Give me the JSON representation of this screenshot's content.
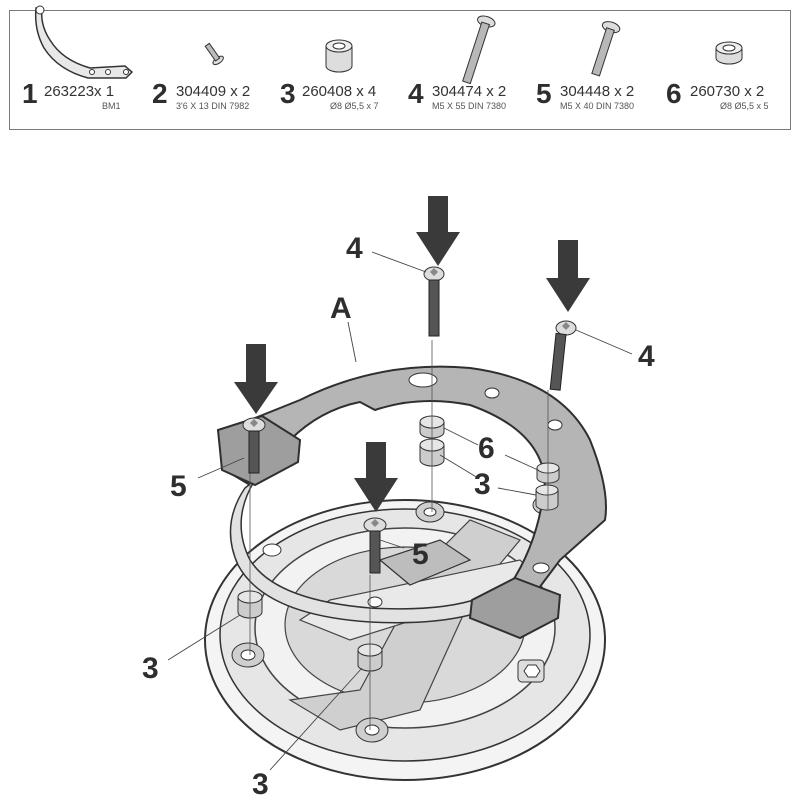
{
  "parts": [
    {
      "number": "1",
      "code": "263223x 1",
      "spec": "BM1",
      "icon": "bracket-plate-icon"
    },
    {
      "number": "2",
      "code": "304409 x 2",
      "spec": "3'6 X 13 DIN 7982",
      "icon": "small-screw-icon"
    },
    {
      "number": "3",
      "code": "260408 x 4",
      "spec": "Ø8 Ø5,5 x 7",
      "icon": "spacer-tall-icon"
    },
    {
      "number": "4",
      "code": "304474 x 2",
      "spec": "M5 X 55 DIN 7380",
      "icon": "long-bolt-icon"
    },
    {
      "number": "5",
      "code": "304448 x 2",
      "spec": "M5 X 40 DIN 7380",
      "icon": "medium-bolt-icon"
    },
    {
      "number": "6",
      "code": "260730 x 2",
      "spec": "Ø8 Ø5,5 x 5",
      "icon": "spacer-short-icon"
    }
  ],
  "diagram": {
    "label_A": "A",
    "callouts": {
      "top_4": "4",
      "right_4": "4",
      "left_5": "5",
      "center_5": "5",
      "c6": "6",
      "c3_mid": "3",
      "c3_left": "3",
      "c3_bottom": "3"
    }
  },
  "colors": {
    "ring_fill": "#b5b5b5",
    "ring_stroke": "#2f2f2f",
    "arrow": "#3a3a3a",
    "frame": "#7a7a7a"
  }
}
